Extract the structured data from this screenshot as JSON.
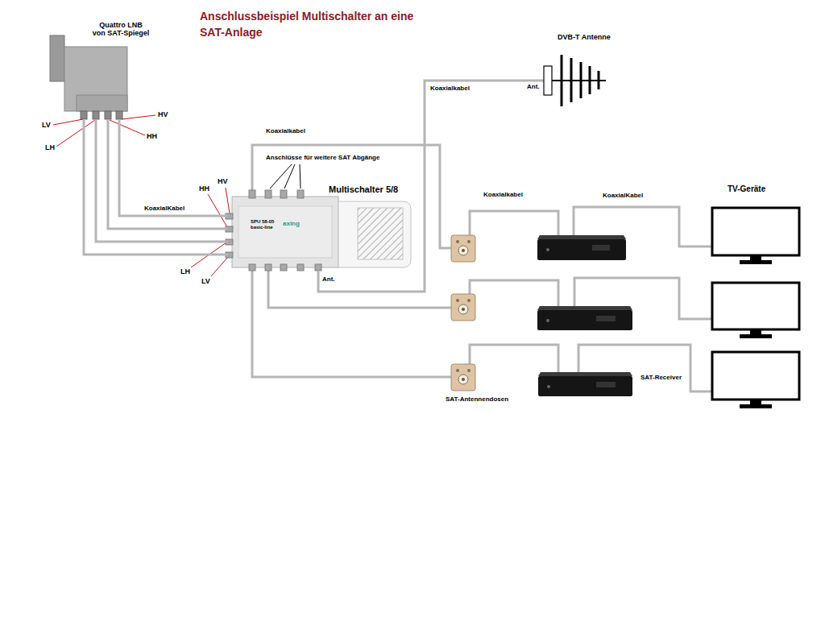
{
  "diagram": {
    "title": "Anschlussbeispiel Multischalter an eine SAT-Anlage",
    "nodes": [
      {
        "text": [
          "Quattro LNB von SAT-Spiegel"
        ]
      },
      {
        "text": [
          "Multischalter 5/8",
          "SPU 58-05",
          "basic-line",
          "axing"
        ]
      },
      {
        "text": [
          "DVB-T Antenne",
          "Ant."
        ]
      }
    ],
    "edges": [
      {
        "from": 0,
        "to": 1,
        "arrow": "none",
        "label": "KoaxialKabel"
      },
      {
        "from": 0,
        "to": 1,
        "arrow": "none"
      },
      {
        "from": 0,
        "to": 1,
        "arrow": "none"
      },
      {
        "from": 0,
        "to": 1,
        "arrow": "none"
      },
      {
        "from": 2,
        "to": 1,
        "arrow": "none",
        "label": "Koaxialkabel"
      }
    ],
    "labels": [
      "LV",
      "LH",
      "HV",
      "HH",
      "HH",
      "HV",
      "LH",
      "LV",
      "Koaxialkabel",
      "Anschlüsse für weitere SAT Abgänge",
      "Ant.",
      "Koaxialkabel",
      "KoaxialKabel",
      "TV-Geräte",
      "SAT-Receiver",
      "SAT-Antennendosen"
    ]
  }
}
